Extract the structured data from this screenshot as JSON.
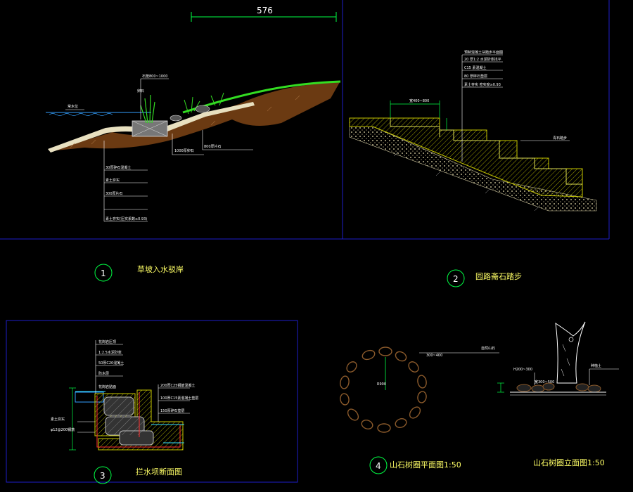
{
  "colors": {
    "background": "#000000",
    "frame": "#1e1ec8",
    "dimension": "#00ff44",
    "callout": "#ffffff",
    "caption_text": "#ffff66",
    "caption_circle": "#00ff44",
    "soil": "#6b3a12",
    "gravel": "#b8b08a",
    "hatch": "#c8c800",
    "water": "#33a0ff",
    "grass": "#33dd22",
    "stone_ring": "#8b5a2b"
  },
  "top_dimension": "576",
  "details": [
    {
      "number": "1",
      "caption": "草坡入水驳岸",
      "callouts": [
        "常水位",
        "石笼800~1000",
        "卵石",
        "30厚碎石混凝土",
        "素土夯实",
        "300厚片石",
        "素土夯实(压实系数≥0.93)",
        "1000厚卵石",
        "800厚片石"
      ]
    },
    {
      "number": "2",
      "caption": "园路斋石踏步",
      "callouts": [
        "预制混凝土块踏步平面图",
        "20 厚1:2 水泥砂浆找平",
        "C15 素混凝土",
        "80 厚碎石垫层",
        "素土夯实 密实度≥0.93",
        "宽400~800",
        "青石踏步"
      ]
    },
    {
      "number": "3",
      "caption": "拦水坝断面图",
      "callouts": [
        "花岗岩压顶",
        "1:2.5水泥砂浆",
        "50厚C20混凝土",
        "防水层",
        "200厚C25钢筋混凝土",
        "100厚C15素混凝土垫层",
        "150厚碎石垫层",
        "素土夯实",
        "φ12@200钢筋",
        "花岗岩贴面"
      ]
    },
    {
      "number": "4",
      "plan_caption": "山石树圈平面图1:50",
      "elevation_caption": "山石树圈立面图1:50",
      "callouts": [
        "R900",
        "自然山石",
        "300~400",
        "宽300~500",
        "H200~300",
        "种植土"
      ]
    }
  ]
}
